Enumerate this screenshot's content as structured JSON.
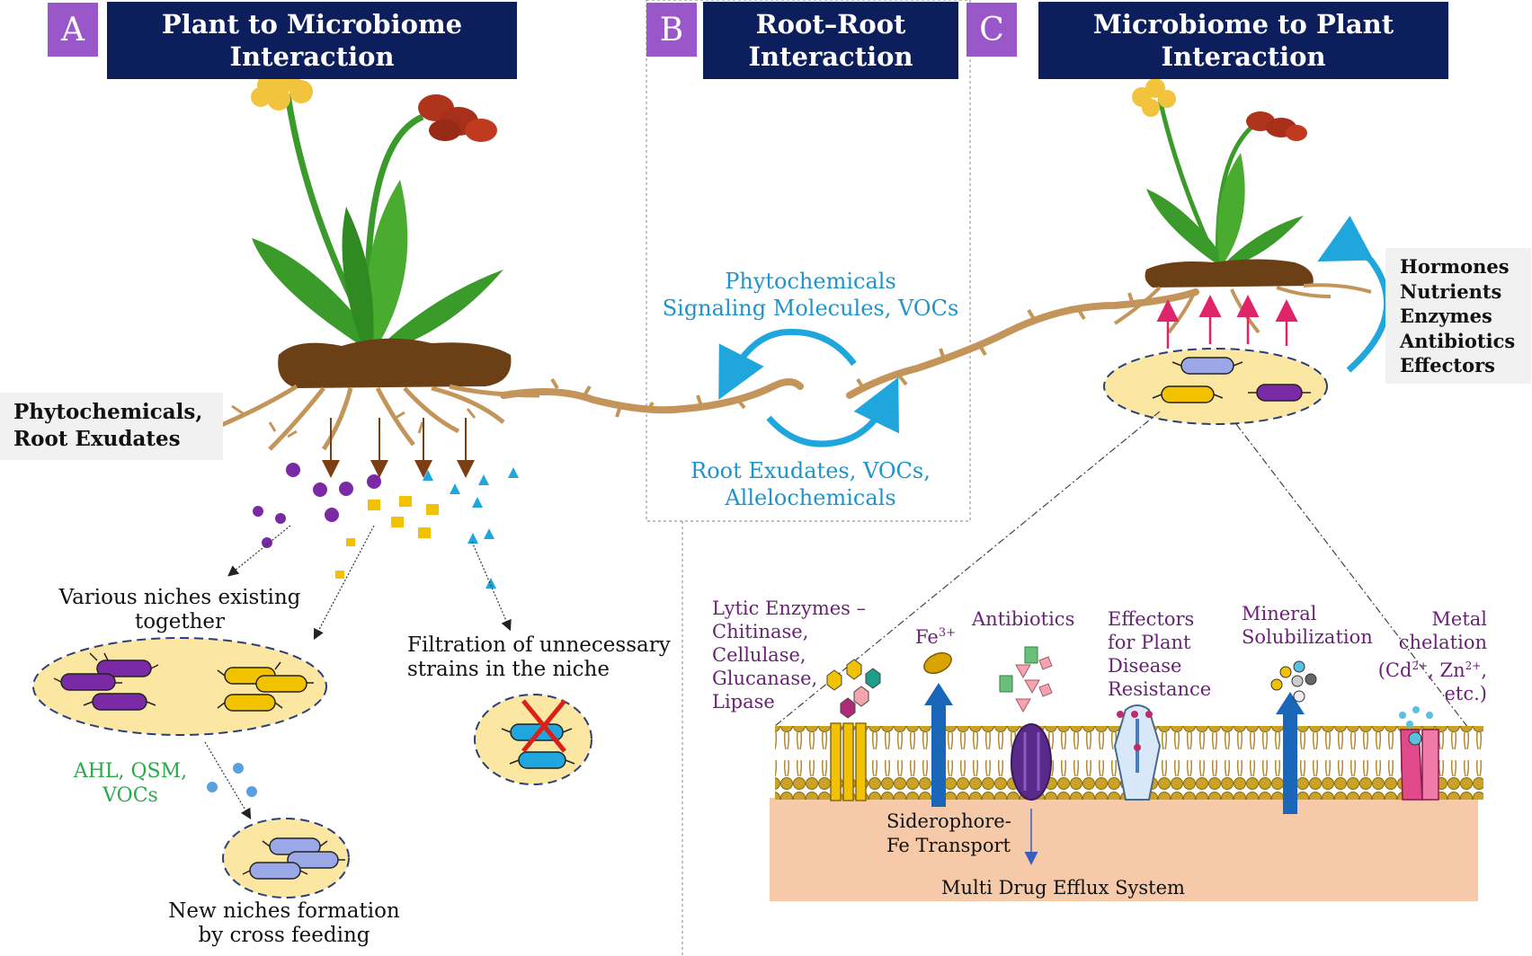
{
  "panels": {
    "a": {
      "letter": "A",
      "title_line1": "Plant to Microbiome",
      "title_line2": "Interaction"
    },
    "b": {
      "letter": "B",
      "title_line1": "Root–Root",
      "title_line2": "Interaction"
    },
    "c": {
      "letter": "C",
      "title_line1": "Microbiome to Plant",
      "title_line2": "Interaction"
    }
  },
  "panel_a": {
    "side_label_line1": "Phytochemicals,",
    "side_label_line2": "Root Exudates",
    "niches_line1": "Various niches existing",
    "niches_line2": "together",
    "filtration_line1": "Filtration of unnecessary",
    "filtration_line2": "strains in the niche",
    "signals_line1": "AHL, QSM,",
    "signals_line2": "VOCs",
    "new_niche_line1": "New niches formation",
    "new_niche_line2": "by cross feeding"
  },
  "panel_b": {
    "top_line1": "Phytochemicals",
    "top_line2": "Signaling Molecules, VOCs",
    "bottom_line1": "Root Exudates, VOCs,",
    "bottom_line2": "Allelochemicals"
  },
  "panel_c": {
    "side_list": [
      "Hormones",
      "Nutrients",
      "Enzymes",
      "Antibiotics",
      "Effectors"
    ],
    "lytic_lines": [
      "Lytic Enzymes –",
      "Chitinase,",
      "Cellulase,",
      "Glucanase,",
      "Lipase"
    ],
    "fe_label": "Fe",
    "fe_sup": "3+",
    "antibiotics": "Antibiotics",
    "effectors_lines": [
      "Effectors",
      "for Plant",
      "Disease",
      "Resistance"
    ],
    "mineral_lines": [
      "Mineral",
      "Solubilization"
    ],
    "metal_line1": "Metal",
    "metal_line2": "chelation",
    "metal_line3_pre": "(Cd",
    "metal_sup1": "2+",
    "metal_mid": ", Zn",
    "metal_sup2": "2+",
    "metal_end": ",",
    "metal_line4": "etc.)",
    "siderophore_line1": "Siderophore-",
    "siderophore_line2": "Fe Transport",
    "efflux": "Multi Drug Efflux System"
  },
  "colors": {
    "banner": "#0c1f5c",
    "letter_box": "#9a57c9",
    "cycle_arrow": "#1fa6dc",
    "root": "#c4955a",
    "soil": "#6b4016",
    "leaf": "#3a9a2a",
    "membrane_head": "#c9a227",
    "cytoplasm": "#f6c9a8",
    "cell_fill": "#fbe6a2"
  }
}
